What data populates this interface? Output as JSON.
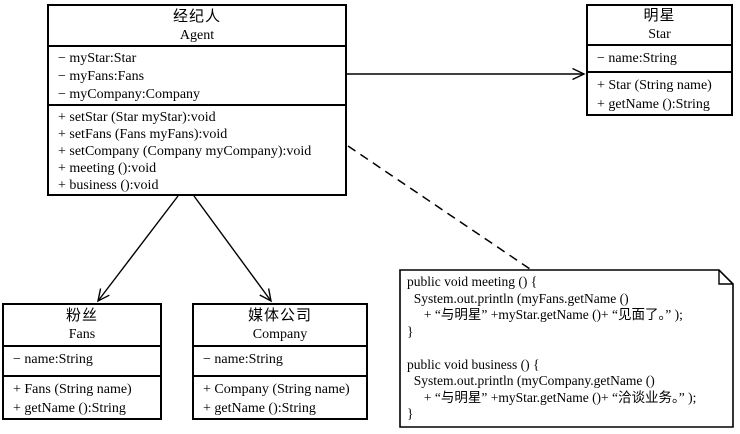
{
  "diagram": {
    "background": "#ffffff",
    "line_color": "#000000",
    "classes": [
      {
        "name_cn": "经纪人",
        "name_en": "Agent",
        "attributes": [
          "− myStar:Star",
          "− myFans:Fans",
          "− myCompany:Company"
        ],
        "methods": [
          "+ setStar (Star myStar):void",
          "+ setFans (Fans myFans):void",
          "+ setCompany (Company myCompany):void",
          "+ meeting ():void",
          "+ business ():void"
        ]
      },
      {
        "name_cn": "明星",
        "name_en": "Star",
        "attributes": [
          "− name:String"
        ],
        "methods": [
          "+ Star (String name)",
          "+ getName ():String"
        ]
      },
      {
        "name_cn": "粉丝",
        "name_en": "Fans",
        "attributes": [
          "− name:String"
        ],
        "methods": [
          "+ Fans (String name)",
          "+ getName ():String"
        ]
      },
      {
        "name_cn": "媒体公司",
        "name_en": "Company",
        "attributes": [
          "− name:String"
        ],
        "methods": [
          "+ Company (String name)",
          "+ getName ():String"
        ]
      }
    ],
    "relations": [
      {
        "from": "Agent",
        "to": "Star",
        "style": "solid, open arrowhead"
      },
      {
        "from": "Agent",
        "to": "Fans",
        "style": "solid, open arrowhead"
      },
      {
        "from": "Agent",
        "to": "Company",
        "style": "solid, open arrowhead"
      },
      {
        "from": "Agent",
        "to": "code-note",
        "style": "dashed anchor"
      }
    ],
    "note": {
      "lines": [
        "public void meeting () {",
        "  System.out.println (myFans.getName ()",
        "     + “与明星” +myStar.getName ()+ “见面了。” );",
        "}",
        "",
        "public void business () {",
        "  System.out.println (myCompany.getName ()",
        "     + “与明星” +myStar.getName ()+ “洽谈业务。” );",
        "}"
      ]
    }
  }
}
